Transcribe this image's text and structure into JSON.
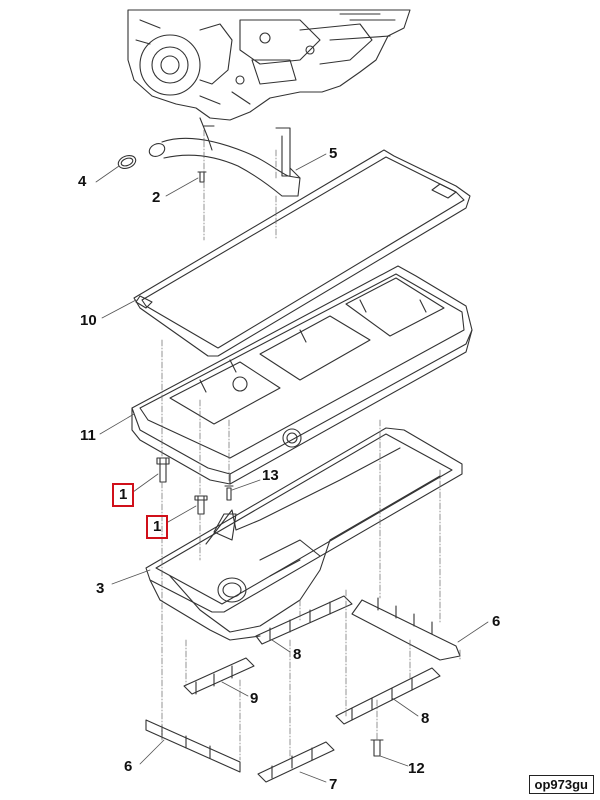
{
  "diagram": {
    "reference_code": "op973gu",
    "highlight_color": "#d0101a",
    "callouts": [
      {
        "id": "c4",
        "label": "4"
      },
      {
        "id": "c2",
        "label": "2"
      },
      {
        "id": "c5",
        "label": "5"
      },
      {
        "id": "c10",
        "label": "10"
      },
      {
        "id": "c11",
        "label": "11"
      },
      {
        "id": "c13",
        "label": "13"
      },
      {
        "id": "c1a",
        "label": "1",
        "highlighted": true
      },
      {
        "id": "c1b",
        "label": "1",
        "highlighted": true
      },
      {
        "id": "c3",
        "label": "3"
      },
      {
        "id": "c6a",
        "label": "6"
      },
      {
        "id": "c8a",
        "label": "8"
      },
      {
        "id": "c9",
        "label": "9"
      },
      {
        "id": "c8b",
        "label": "8"
      },
      {
        "id": "c6b",
        "label": "6"
      },
      {
        "id": "c7",
        "label": "7"
      },
      {
        "id": "c12",
        "label": "12"
      }
    ]
  }
}
